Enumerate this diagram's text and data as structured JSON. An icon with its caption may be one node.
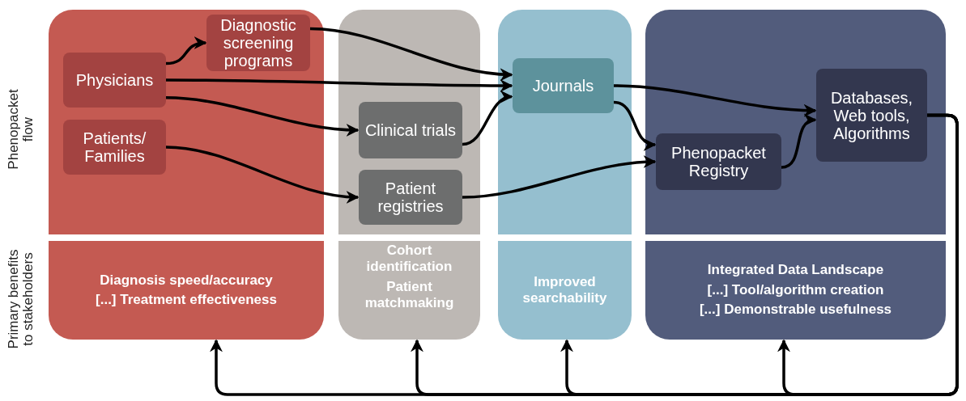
{
  "diagram": {
    "nodes": [
      {
        "text": [],
        "shape": "box"
      },
      {
        "text": [],
        "shape": "box"
      },
      {
        "text": [],
        "shape": "box"
      },
      {
        "text": [],
        "shape": "box"
      },
      {
        "text": [
          "Diagnostic screening programs"
        ],
        "in": 0
      },
      {
        "text": [
          "Physicians"
        ],
        "in": 0
      },
      {
        "text": [
          "Patients/ Families"
        ],
        "in": 0
      },
      {
        "text": [
          "Clinical trials"
        ],
        "in": 1
      },
      {
        "text": [
          "Patient registries"
        ],
        "in": 1
      },
      {
        "text": [
          "Journals"
        ],
        "in": 2
      },
      {
        "text": [
          "Phenopacket Registry"
        ],
        "in": 3
      },
      {
        "text": [
          "Databases, Web tools, Algorithms"
        ],
        "in": 3
      },
      {
        "text": [
          "Diagnosis speed/accuracy",
          "[...] Treatment  effectiveness"
        ]
      },
      {
        "text": [
          "Cohort identification",
          "Patient matchmaking"
        ]
      },
      {
        "text": [
          "Improved searchability"
        ]
      },
      {
        "text": [
          "Integrated Data Landscape",
          "[...] Tool/algorithm creation",
          "[...] Demonstrable usefulness"
        ]
      }
    ],
    "edges": [
      {
        "from": 5,
        "to": 4,
        "arrow": "to"
      },
      {
        "from": 5,
        "to": 9,
        "arrow": "to"
      },
      {
        "from": 5,
        "to": 7,
        "arrow": "to"
      },
      {
        "from": 6,
        "to": 8,
        "arrow": "to"
      },
      {
        "from": 4,
        "to": 9,
        "arrow": "to"
      },
      {
        "from": 7,
        "to": 9,
        "arrow": "to"
      },
      {
        "from": 9,
        "to": 11,
        "arrow": "to"
      },
      {
        "from": 9,
        "to": 10,
        "arrow": "to"
      },
      {
        "from": 8,
        "to": 10,
        "arrow": "to"
      },
      {
        "from": 10,
        "to": 11,
        "arrow": "to"
      },
      {
        "from": 11,
        "to": 12,
        "arrow": "to"
      },
      {
        "from": 11,
        "to": 13,
        "arrow": "to"
      },
      {
        "from": 11,
        "to": 14,
        "arrow": "to"
      },
      {
        "from": 11,
        "to": 15,
        "arrow": "to"
      }
    ],
    "labels": [
      "Phenopacket flow",
      "Primary benefits to stakeholders"
    ]
  }
}
